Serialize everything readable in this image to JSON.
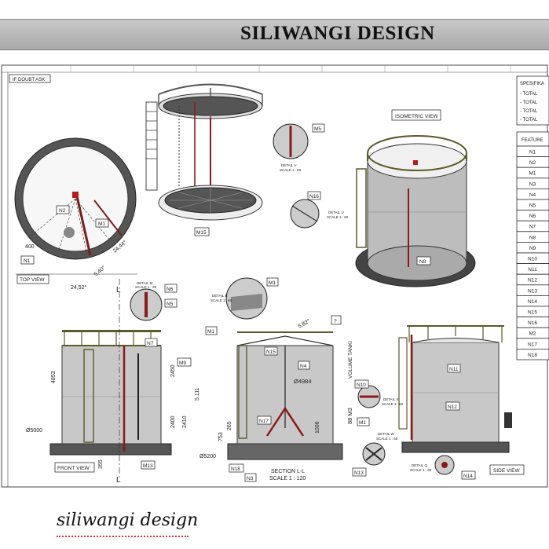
{
  "header": {
    "title": "SILIWANGI DESIGN"
  },
  "frame": {
    "doubt_note": "IF DOUBT ASK"
  },
  "spec": {
    "heading": "SPESIFIKA",
    "lines": [
      "- TOTAL",
      "- TOTAL",
      "- TOTAL",
      "- TOTAL"
    ],
    "feature_header": "FEATURE",
    "features": [
      "N1",
      "N2",
      "M1",
      "N3",
      "N4",
      "N5",
      "N6",
      "N7",
      "N8",
      "N9",
      "N10",
      "N11",
      "N12",
      "N13",
      "N14",
      "N15",
      "N16",
      "M2",
      "N17",
      "N18"
    ]
  },
  "views": {
    "isometric": "ISOMETRIC VIEW",
    "top": "TOP VIEW",
    "front": "FRONT VIEW",
    "side": "SIDE VIEW",
    "section": "SECTION L-L",
    "section_scale": "SCALE 1 : 120",
    "volume": "88 M3",
    "volume_label": "VOLUME TANKI"
  },
  "details": {
    "v": [
      "DETAIL V",
      "SCALE 1 : 60"
    ],
    "u": [
      "DETAIL U",
      "SCALE 1 : 60"
    ],
    "m": [
      "DETAIL M",
      "SCALE 1 : 60"
    ],
    "r": [
      "DETAIL R",
      "SCALE 1 : 60"
    ],
    "s": [
      "DETAIL S",
      "SCALE 1 : 60"
    ],
    "w": [
      "DETAIL W",
      "SCALE 1 : 60"
    ],
    "q": [
      "DETAIL Q",
      "SCALE 1 : 60"
    ]
  },
  "dims": {
    "top_400": "400",
    "top_angle1": "24,52°",
    "top_angle2": "24,44°",
    "top_angle3": "5,40°",
    "front_height": "4853",
    "front_dia": "Ø5000",
    "front_355": "355",
    "front_2450": "2450",
    "front_2400": "2400",
    "front_2410": "2410",
    "front_5111": "5.111",
    "sec_dia": "Ø4984",
    "sec_angle": "5,82°",
    "sec_1006": "1006",
    "sec_265": "265",
    "sec_753": "753",
    "sec_base": "Ø5200",
    "cut_label": "L"
  },
  "tags": {
    "top": [
      "N2",
      "M1",
      "N1"
    ],
    "iso": [
      "M5",
      "N16",
      "M15",
      "N8"
    ],
    "front": [
      "N6",
      "N5",
      "N7",
      "M9",
      "M13"
    ],
    "section": [
      "M1",
      "M1",
      "N15",
      "N4",
      "N17",
      "N18",
      "N3",
      "?"
    ],
    "side": [
      "N11",
      "N12",
      "N10",
      "M1",
      "N13",
      "N14"
    ]
  },
  "signature": "siliwangi design"
}
